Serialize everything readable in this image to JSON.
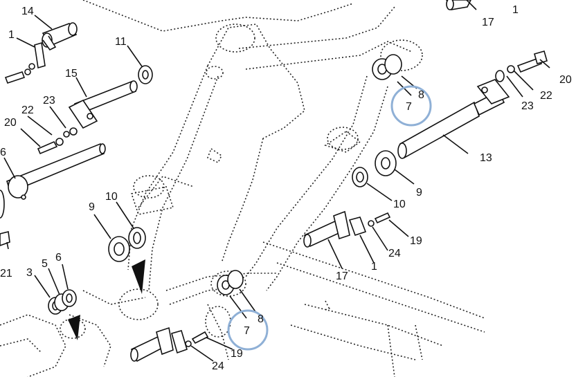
{
  "callouts": {
    "c14": "14",
    "c1_top": "1",
    "c11": "11",
    "c15": "15",
    "c23_left": "23",
    "c22_left": "22",
    "c20_left": "20",
    "c6_left": "6",
    "c9_mid": "9",
    "c10_mid": "10",
    "c21": "21",
    "c3": "3",
    "c5": "5",
    "c6_mid": "6",
    "c17_top": "17",
    "c1_topright": "1",
    "c7_top": "7",
    "c8_top": "8",
    "c20_right": "20",
    "c22_right": "22",
    "c23_right": "23",
    "c13": "13",
    "c9_right": "9",
    "c10_right": "10",
    "c19_right": "19",
    "c24_right": "24",
    "c17_bottom": "17",
    "c1_bottom": "1",
    "c7_bottom": "7",
    "c8_bottom": "8",
    "c19_bottom": "19",
    "c24_bottom": "24"
  },
  "highlight": {
    "color": "#8fb0d6"
  }
}
